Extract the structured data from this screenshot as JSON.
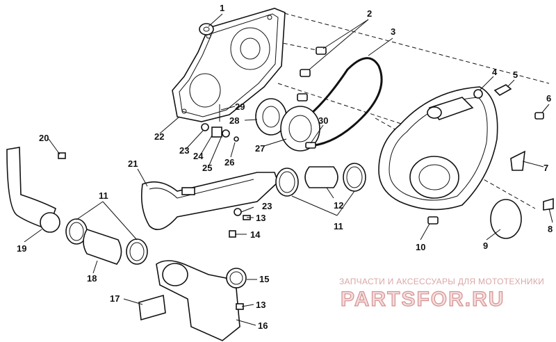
{
  "labels": [
    {
      "text": "1"
    },
    {
      "text": "2"
    },
    {
      "text": "3"
    },
    {
      "text": "4"
    },
    {
      "text": "5"
    },
    {
      "text": "6"
    },
    {
      "text": "7"
    },
    {
      "text": "8"
    },
    {
      "text": "9"
    },
    {
      "text": "10"
    },
    {
      "text": "11"
    },
    {
      "text": "11"
    },
    {
      "text": "12"
    },
    {
      "text": "13"
    },
    {
      "text": "13"
    },
    {
      "text": "14"
    },
    {
      "text": "15"
    },
    {
      "text": "16"
    },
    {
      "text": "17"
    },
    {
      "text": "18"
    },
    {
      "text": "19"
    },
    {
      "text": "20"
    },
    {
      "text": "21"
    },
    {
      "text": "22"
    },
    {
      "text": "23"
    },
    {
      "text": "23"
    },
    {
      "text": "24"
    },
    {
      "text": "25"
    },
    {
      "text": "26"
    },
    {
      "text": "27"
    },
    {
      "text": "28"
    },
    {
      "text": "29"
    },
    {
      "text": "30"
    }
  ],
  "watermark": {
    "top": "ЗАПЧАСТИ И АКСЕССУАРЫ ДЛЯ МОТОТЕХНИКИ",
    "brand": "PARTSFOR.RU"
  }
}
